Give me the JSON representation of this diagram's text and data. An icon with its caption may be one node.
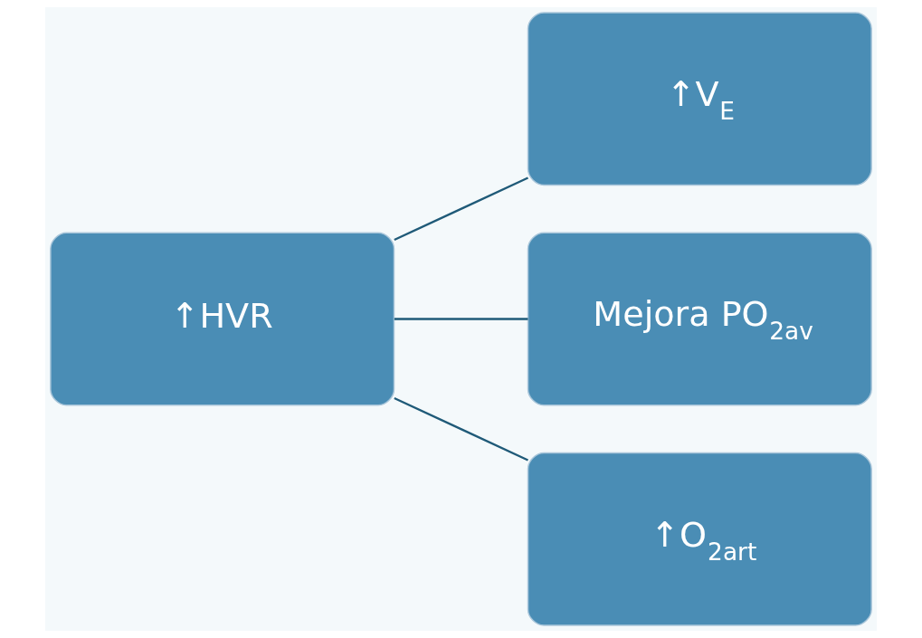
{
  "diagram": {
    "nodes": [
      {
        "text": [
          "↑HVR"
        ]
      },
      {
        "text": [
          "↑V$_{E}$"
        ]
      },
      {
        "text": [
          "Mejora PO$_{2av}$"
        ]
      },
      {
        "text": [
          "↑O$_{2art}$"
        ]
      }
    ],
    "edges": [
      {
        "from": 0,
        "to": 1,
        "arrow": "none"
      },
      {
        "from": 0,
        "to": 2,
        "arrow": "none"
      },
      {
        "from": 0,
        "to": 3,
        "arrow": "none"
      }
    ]
  }
}
